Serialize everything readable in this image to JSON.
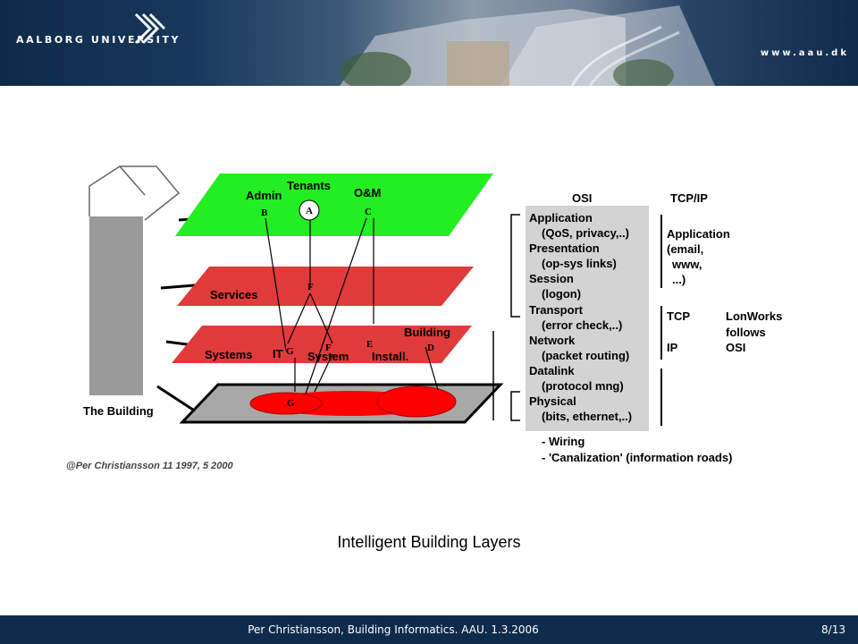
{
  "header": {
    "university": "AALBORG UNIVERSITY",
    "website": "www.aau.dk"
  },
  "diagram": {
    "building_label": "The Building",
    "layers": {
      "top": {
        "admin": "Admin",
        "tenants": "Tenants",
        "om": "O&M",
        "b": "B",
        "a": "A",
        "c": "C"
      },
      "services": {
        "label": "Services",
        "f": "F"
      },
      "systems": {
        "label": "Systems",
        "it": "IT",
        "g": "G",
        "f": "F",
        "system": "System",
        "e": "E",
        "building": "Building",
        "d": "D",
        "install": "Install."
      },
      "base": {
        "g": "G"
      }
    },
    "osi": {
      "header": "OSI",
      "lines": [
        "Application",
        "(QoS, privacy,..)",
        "Presentation",
        "(op-sys links)",
        "Session",
        "(logon)",
        "Transport",
        "(error check,..)",
        "Network",
        "(packet routing)",
        "Datalink",
        "(protocol mng)",
        "Physical",
        "(bits, ethernet,..)"
      ]
    },
    "tcpip": {
      "header": "TCP/IP",
      "app_lines": [
        "Application",
        "(email,",
        "www,",
        "...)"
      ],
      "tcp": "TCP",
      "ip": "IP",
      "lonworks_lines": [
        "LonWorks",
        "follows",
        "OSI"
      ]
    },
    "notes": [
      "- Wiring",
      "- 'Canalization' (information roads)"
    ],
    "copyright": "@Per Christiansson 11 1997, 5 2000"
  },
  "caption": "Intelligent Building Layers",
  "footer": {
    "text": "Per Christiansson, Building Informatics. AAU. 1.3.2006",
    "page": "8/13"
  }
}
